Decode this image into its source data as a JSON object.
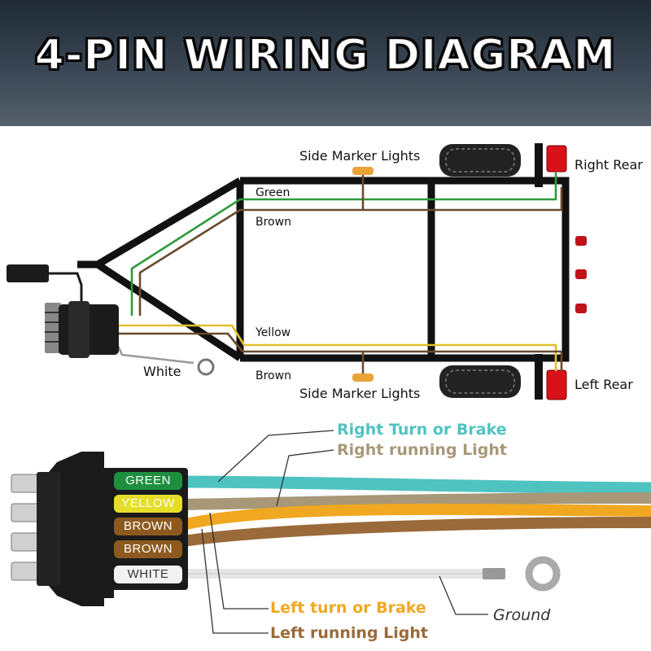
{
  "title": "4-PIN WIRING DIAGRAM",
  "trailer": {
    "side_marker_top": "Side Marker Lights",
    "side_marker_bottom": "Side Marker Lights",
    "right_rear": "Right Rear",
    "left_rear": "Left Rear",
    "wire_green": "Green",
    "wire_brown_top": "Brown",
    "wire_yellow": "Yellow",
    "wire_brown_bottom": "Brown",
    "wire_white": "White"
  },
  "connector": {
    "pins": [
      {
        "label": "GREEN",
        "bg": "#1e8f3e",
        "fg": "#ffffff"
      },
      {
        "label": "YELLOW",
        "bg": "#e4dd2a",
        "fg": "#ffffff"
      },
      {
        "label": "BROWN",
        "bg": "#8c5a1e",
        "fg": "#ffffff"
      },
      {
        "label": "BROWN",
        "bg": "#8c5a1e",
        "fg": "#ffffff"
      },
      {
        "label": "WHITE",
        "bg": "#f2f2f2",
        "fg": "#333333"
      }
    ]
  },
  "callouts": {
    "right_turn": {
      "text": "Right Turn or Brake",
      "color": "#4fc3c0"
    },
    "right_running": {
      "text": "Right running Light",
      "color": "#a89878"
    },
    "left_turn": {
      "text": "Left turn or Brake",
      "color": "#f0a820"
    },
    "left_running": {
      "text": "Left running Light",
      "color": "#9a6a3a"
    },
    "ground": {
      "text": "Ground",
      "color": "#333333"
    }
  }
}
